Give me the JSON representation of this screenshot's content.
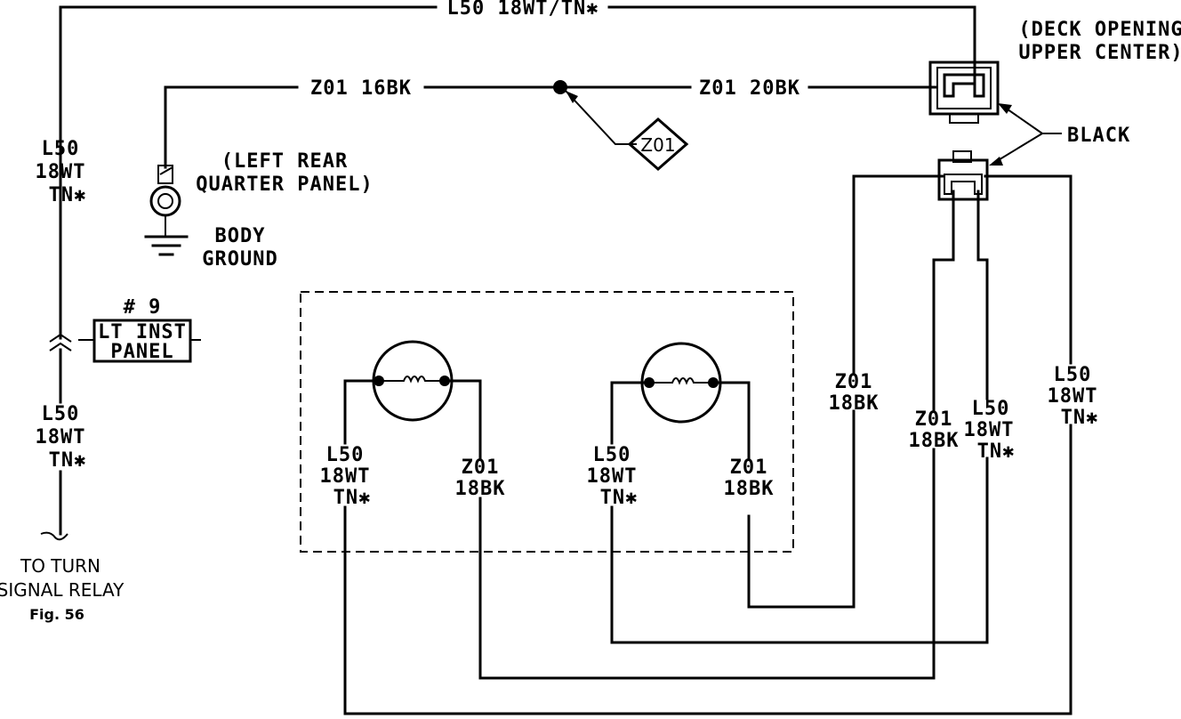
{
  "wires": {
    "top": "L50 18WT/TN✱",
    "ground_lead": "Z01 16BK",
    "connector_lead": "Z01 20BK"
  },
  "splice": {
    "label": "Z01"
  },
  "locations": {
    "deck_line1": "(DECK OPENING",
    "deck_line2": "UPPER CENTER)",
    "black": "BLACK",
    "left_rear_line1": "(LEFT REAR",
    "left_rear_line2": "QUARTER PANEL)",
    "body_ground_line1": "BODY",
    "body_ground_line2": "GROUND"
  },
  "left_column": {
    "upper": [
      "L50",
      "18WT",
      "TN✱"
    ],
    "lower": [
      "L50",
      "18WT",
      "TN✱"
    ],
    "connector_number": "# 9",
    "connector_line1": "LT INST",
    "connector_line2": "PANEL",
    "to_line1": "TO TURN",
    "to_line2": "SIGNAL RELAY",
    "fig": "Fig. 56"
  },
  "lamps": {
    "left_l50": [
      "L50",
      "18WT",
      "TN✱"
    ],
    "left_z01": [
      "Z01",
      "18BK"
    ],
    "right_l50": [
      "L50",
      "18WT",
      "TN✱"
    ],
    "right_z01": [
      "Z01",
      "18BK"
    ]
  },
  "right_side": {
    "z01_a": [
      "Z01",
      "18BK"
    ],
    "z01_b": [
      "Z01",
      "18BK"
    ],
    "l50_a": [
      "L50",
      "18WT",
      "TN✱"
    ],
    "l50_b": [
      "L50",
      "18WT",
      "TN✱"
    ]
  }
}
